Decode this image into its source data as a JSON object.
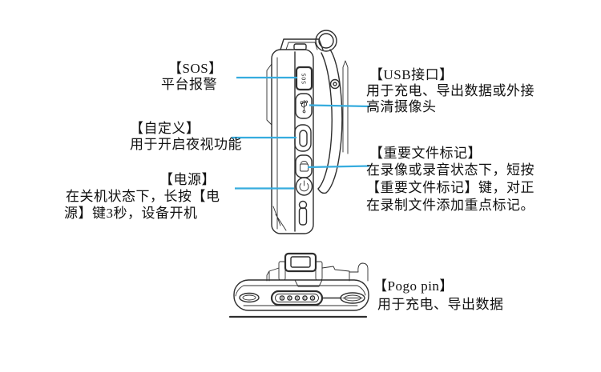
{
  "colors": {
    "callout_line": "#36acde",
    "ink": "#2e2e2e",
    "text": "#111111",
    "background": "#ffffff"
  },
  "device": {
    "sos_button_text": "SOS"
  },
  "callouts": {
    "sos": {
      "title": "【SOS】",
      "lines": [
        "平台报警"
      ]
    },
    "custom": {
      "title": "【自定义】",
      "lines": [
        "用于开启夜视功能"
      ]
    },
    "power": {
      "title": "【电源】",
      "lines": [
        "在关机状态下，长按【电",
        "源】键3秒，设备开机"
      ]
    },
    "usb": {
      "title": "【USB接口】",
      "lines": [
        "用于充电、导出数据或外接",
        "高清摄像头"
      ]
    },
    "mark": {
      "title": "【重要文件标记】",
      "lines": [
        "在录像或录音状态下，短按",
        "【重要文件标记】键，对正",
        "在录制文件添加重点标记。"
      ]
    },
    "pogo": {
      "title": "【Pogo pin】",
      "lines": [
        "用于充电、导出数据"
      ]
    }
  }
}
